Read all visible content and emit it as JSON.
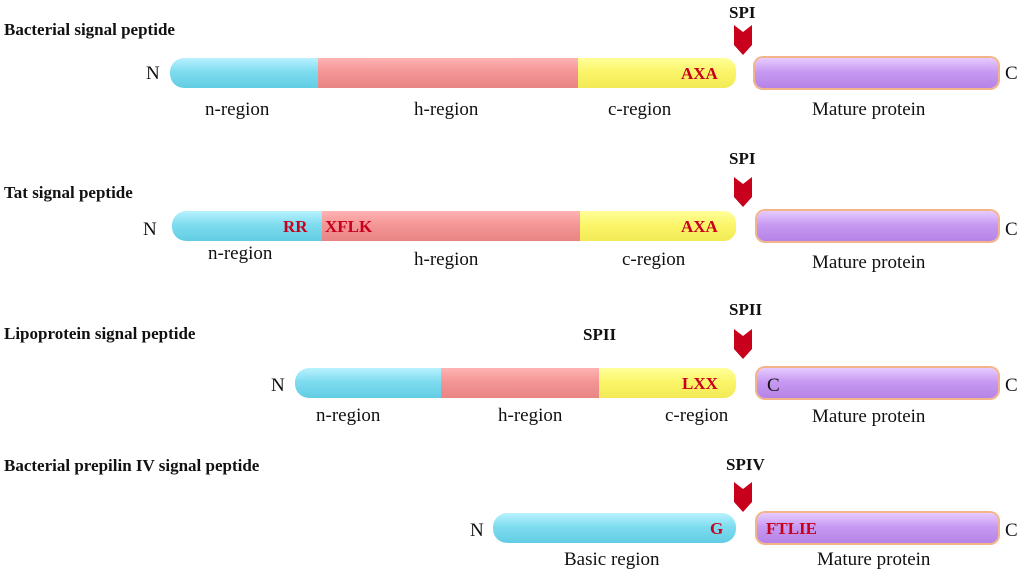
{
  "rows": [
    {
      "title": "Bacterial signal peptide",
      "n": "N",
      "c": "C",
      "cleavage": "SPI",
      "regions": [
        "n-region",
        "h-region",
        "c-region",
        "Mature protein"
      ],
      "motifs": [
        "AXA"
      ]
    },
    {
      "title": "Tat signal peptide",
      "n": "N",
      "c": "C",
      "cleavage": "SPI",
      "regions": [
        "n-region",
        "h-region",
        "c-region",
        "Mature protein"
      ],
      "motifs": [
        "RR",
        "XFLK",
        "AXA"
      ]
    },
    {
      "title": "Lipoprotein signal peptide",
      "n": "N",
      "c": "C",
      "cleavage": "SPII",
      "extra_label": "SPII",
      "inner_c": "C",
      "regions": [
        "n-region",
        "h-region",
        "c-region",
        "Mature protein"
      ],
      "motifs": [
        "LXX"
      ]
    },
    {
      "title": "Bacterial prepilin IV signal peptide",
      "n": "N",
      "c": "C",
      "cleavage": "SPIV",
      "regions": [
        "Basic region",
        "Mature protein"
      ],
      "motifs": [
        "G",
        "FTLIE"
      ]
    }
  ],
  "colors": {
    "n_region": "#7fdcef",
    "h_region": "#f49696",
    "c_region": "#fbf56a",
    "mature": "#c89af2",
    "motif": "#c8001c",
    "arrow": "#c8001c"
  }
}
